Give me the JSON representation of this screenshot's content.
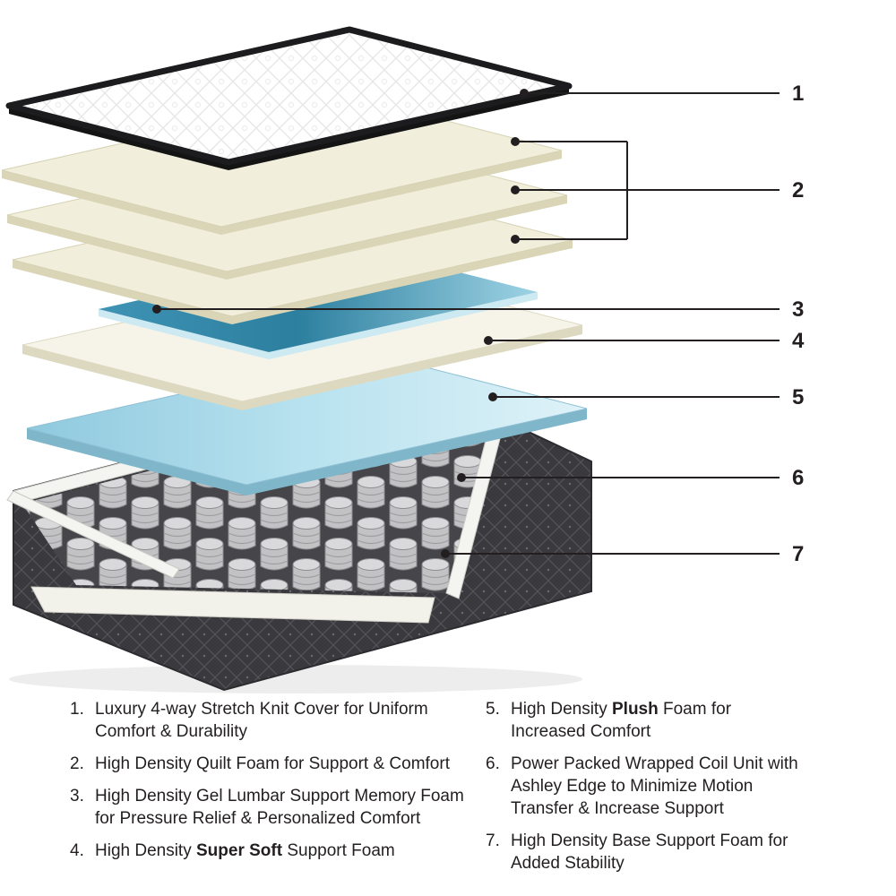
{
  "colors": {
    "line": "#231f20",
    "gel_foam_teal": "#2e82a3",
    "plush_foam_blue": "#a9d8e8",
    "quilt_foam_cream": "#f1eedb",
    "coil_gray": "#c6c6c8",
    "fabric_charcoal": "#3a393d"
  },
  "callouts": [
    {
      "number": "1"
    },
    {
      "number": "2"
    },
    {
      "number": "3"
    },
    {
      "number": "4"
    },
    {
      "number": "5"
    },
    {
      "number": "6"
    },
    {
      "number": "7"
    }
  ],
  "legend": {
    "left": [
      {
        "num": "1.",
        "pre": "Luxury 4-way Stretch Knit Cover for Uniform Comfort & Durability",
        "bold": "",
        "post": ""
      },
      {
        "num": "2.",
        "pre": "High Density Quilt Foam for Support & Comfort",
        "bold": "",
        "post": ""
      },
      {
        "num": "3.",
        "pre": "High Density Gel Lumbar Support Memory Foam for Pressure Relief & Personalized Comfort",
        "bold": "",
        "post": ""
      },
      {
        "num": "4.",
        "pre": "High Density ",
        "bold": "Super Soft",
        "post": " Support Foam"
      }
    ],
    "right": [
      {
        "num": "5.",
        "pre": "High Density ",
        "bold": "Plush",
        "post": " Foam for Increased Comfort"
      },
      {
        "num": "6.",
        "pre": "Power Packed Wrapped Coil Unit with Ashley Edge to Minimize Motion Transfer & Increase Support",
        "bold": "",
        "post": ""
      },
      {
        "num": "7.",
        "pre": "High Density Base Support Foam for Added Stability",
        "bold": "",
        "post": ""
      }
    ]
  }
}
